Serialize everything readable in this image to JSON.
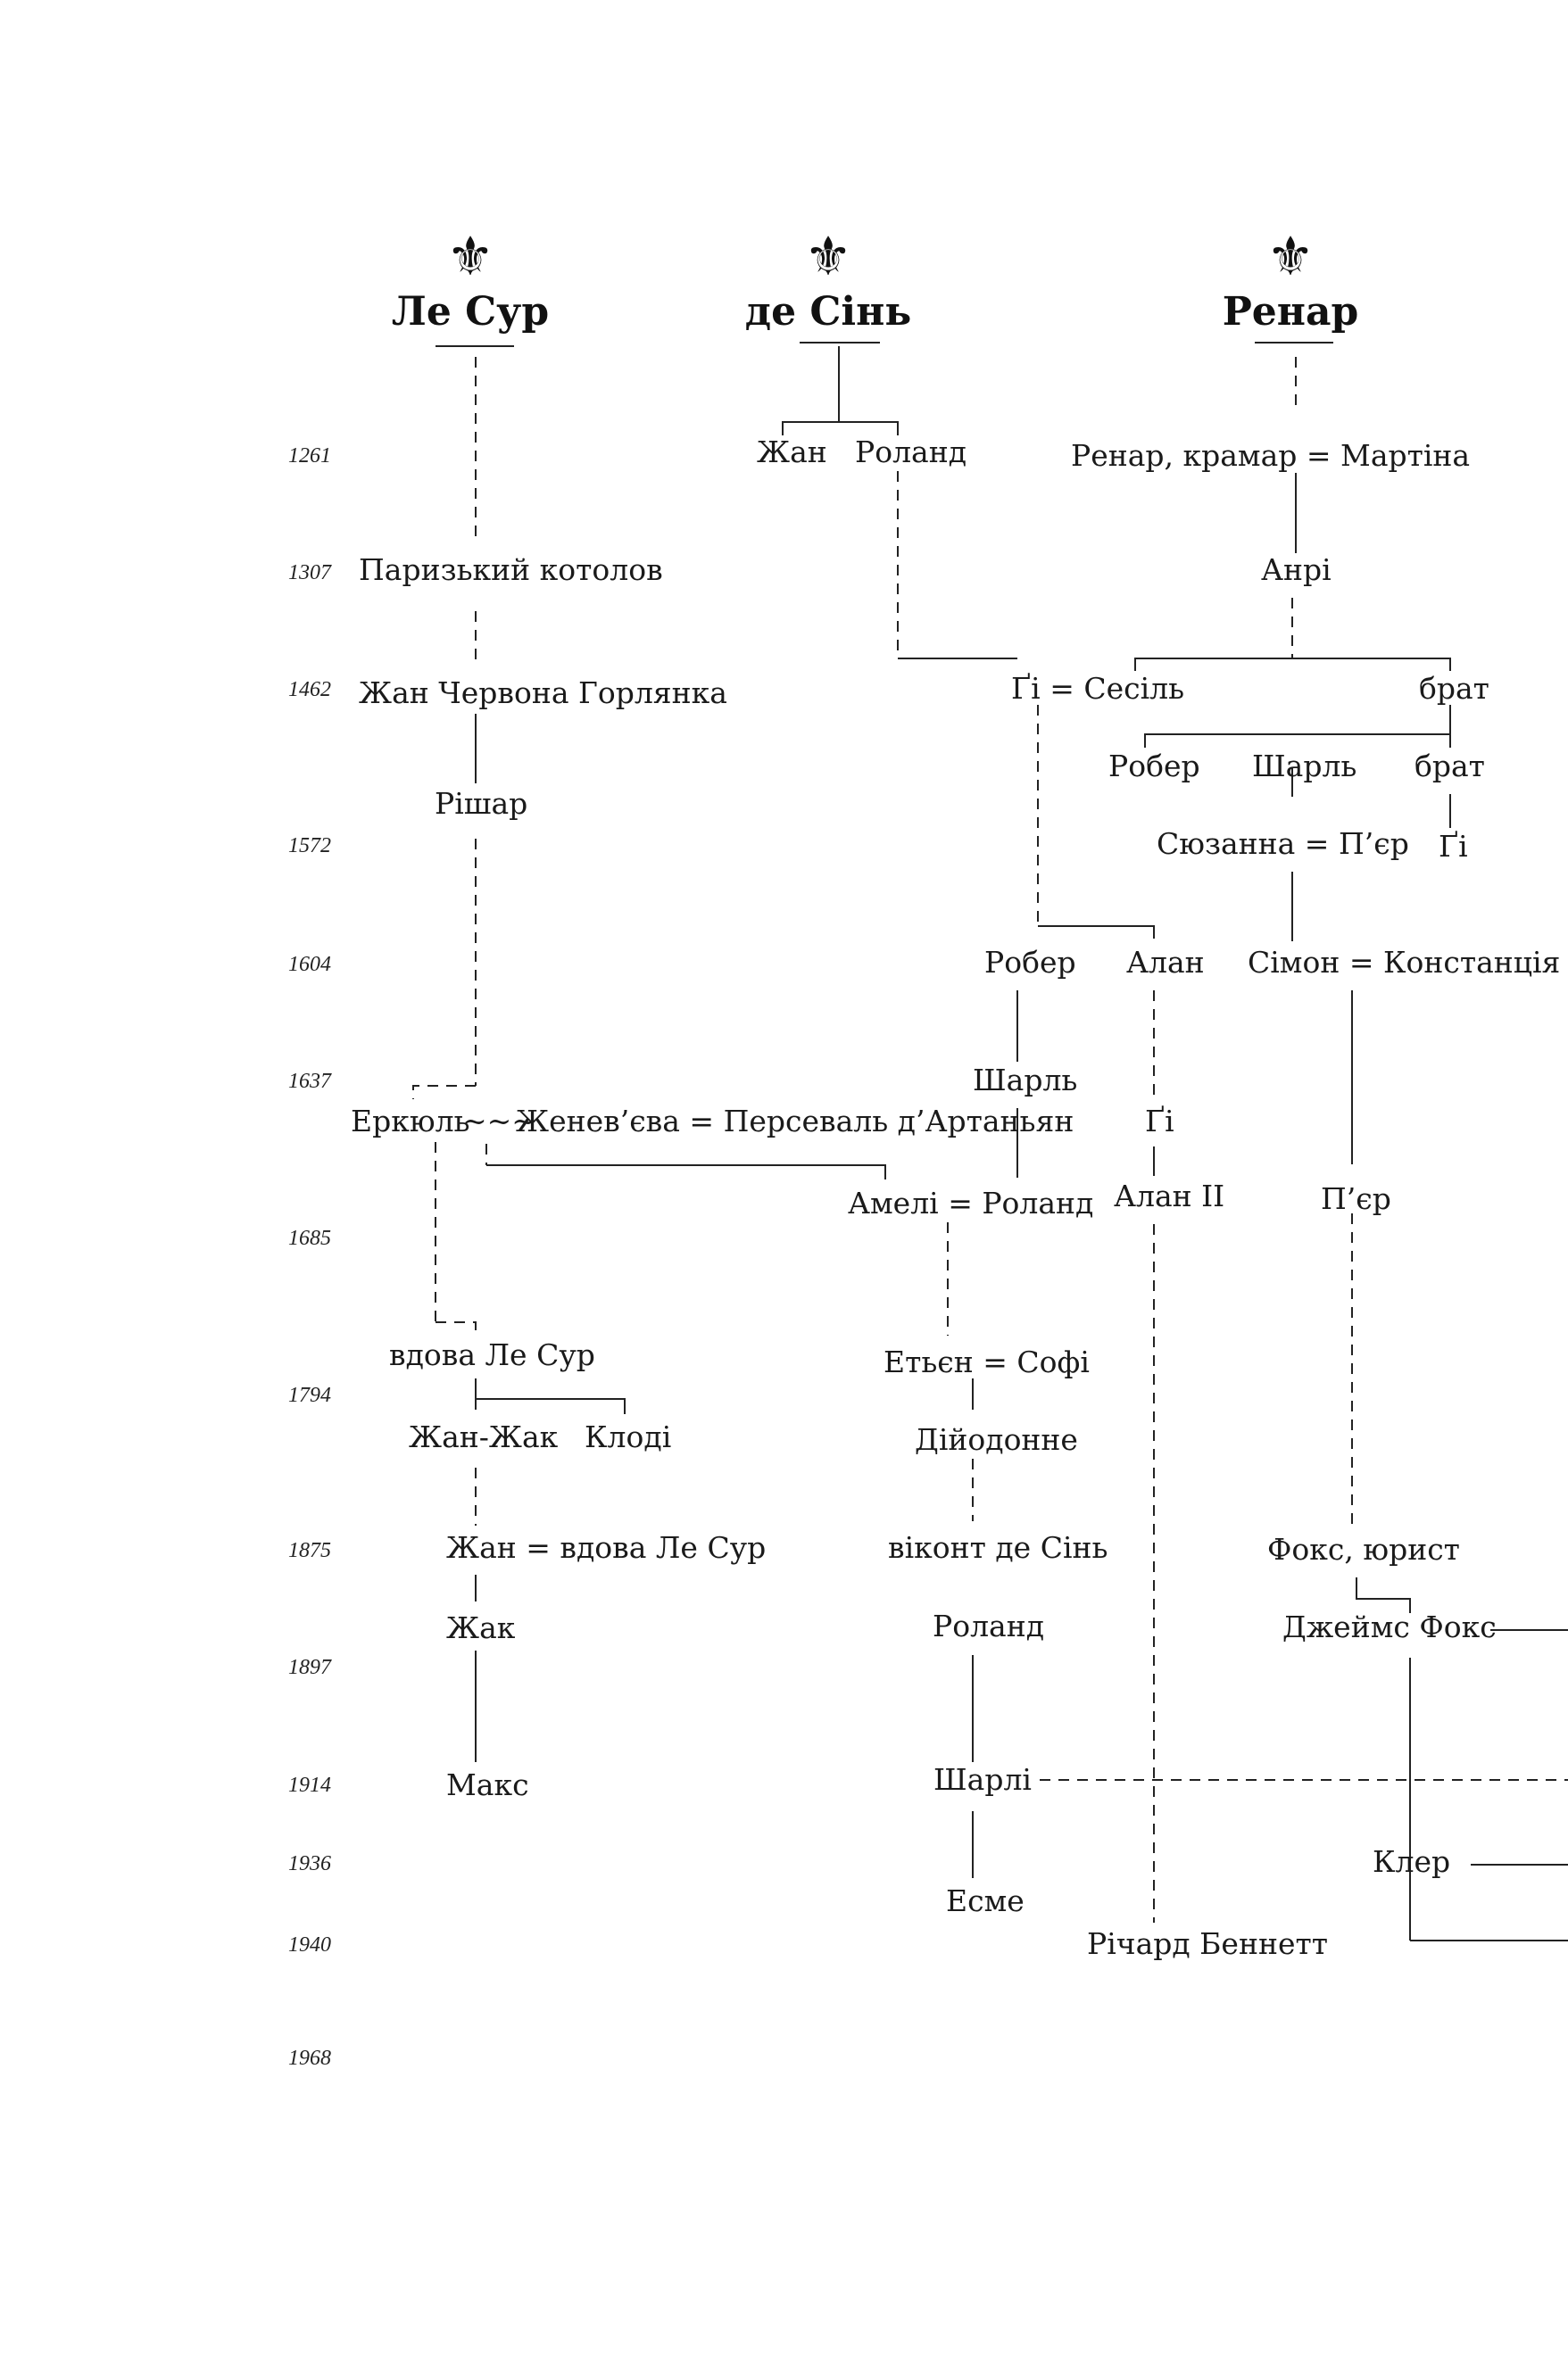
{
  "colors": {
    "ink": "#1a1a1a",
    "background": "#ffffff"
  },
  "emblem": "fleur-de-lis-icon",
  "houses": {
    "le_sur": "Ле Сур",
    "de_sin": "де Сінь",
    "renar": "Ренар"
  },
  "years": [
    "1261",
    "1307",
    "1462",
    "1572",
    "1604",
    "1637",
    "1685",
    "1794",
    "1875",
    "1897",
    "1914",
    "1936",
    "1940",
    "1968"
  ],
  "people": {
    "jean_ds": "Жан",
    "roland_ds": "Роланд",
    "renar_merchant": "Ренар, крамар = Мартіна",
    "paris_cat_catcher": "Паризький котолов",
    "henri": "Анрі",
    "jean_red_throat": "Жан Червона Горлянка",
    "guy_cecile": "Ґі  = Сесіль",
    "brother1": "брат",
    "richard": "Рішар",
    "robert_r": "Робер",
    "charles_r": "Шарль",
    "brother2": "брат",
    "susanne_pierre": "Сюзанна = П’єр",
    "guy_r": "Ґі",
    "robert_ds": "Робер",
    "alain": "Алан",
    "simon_constance": "Сімон = Констанція",
    "charles_ds": "Шарль",
    "hercule": "Еркюль",
    "tilde_link": "~~~",
    "genevieve": "Женев’єва = Персеваль д’Артаньян",
    "guy_alain": "Ґі",
    "amelie_roland": "Амелі = Роланд",
    "alain_ii": "Алан II",
    "pierre_r": "П’єр",
    "widow_le_sur": "вдова Ле Сур",
    "etienne_sophie": "Етьєн = Софі",
    "jean_jacques": "Жан-Жак",
    "claude": "Клоді",
    "dieudonne": "Дійодонне",
    "jean_widow": "Жан = вдова Ле Сур",
    "viscount": "віконт де Сінь",
    "fox_lawyer": "Фокс, юрист",
    "jacques": "Жак",
    "roland_late": "Роланд",
    "james_fox": "Джеймс Фокс",
    "max": "Макс",
    "charlie": "Шарлі",
    "claire": "Клер",
    "esme": "Есме",
    "richard_bennett": "Річард Беннетт"
  }
}
